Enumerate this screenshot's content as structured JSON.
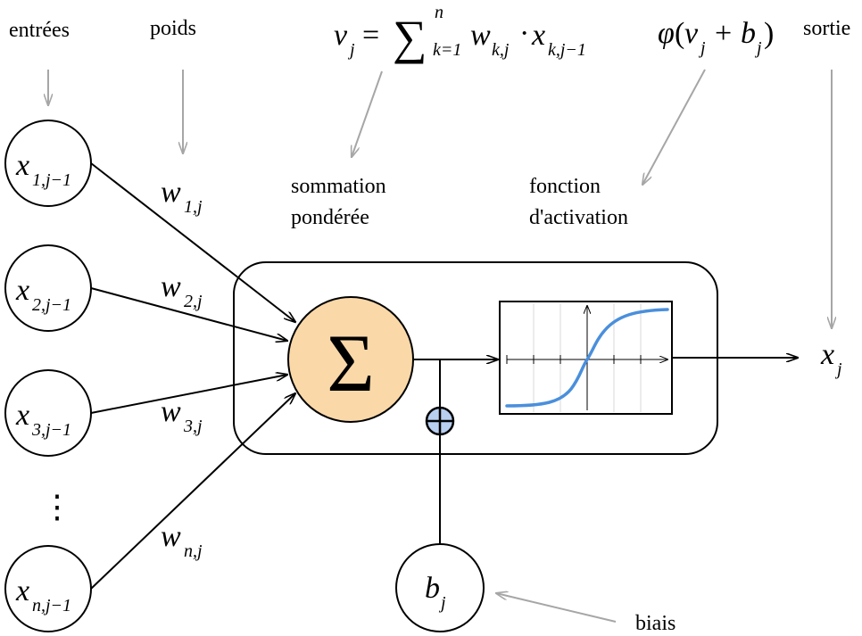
{
  "labels": {
    "inputs": "entrées",
    "weights": "poids",
    "weighted_sum": [
      "sommation",
      "pondérée"
    ],
    "activation_function": [
      "fonction",
      "d'activation"
    ],
    "output": "sortie",
    "bias": "biais"
  },
  "formulas": {
    "sum": {
      "lhs": "v",
      "lhs_sub": "j",
      "equals": "=",
      "sigma": "∑",
      "upper": "n",
      "lower": "k=1",
      "term_w": "w",
      "term_w_sub": "k,j",
      "dot": "·",
      "term_x": "x",
      "term_x_sub": "k,j−1"
    },
    "activation": {
      "phi": "φ",
      "open": "(",
      "v": "v",
      "v_sub": "j",
      "plus": "+",
      "b": "b",
      "b_sub": "j",
      "close": ")"
    }
  },
  "inputs": [
    {
      "var": "x",
      "sub": "1,j−1"
    },
    {
      "var": "x",
      "sub": "2,j−1"
    },
    {
      "var": "x",
      "sub": "3,j−1"
    },
    {
      "var": "x",
      "sub": "n,j−1"
    }
  ],
  "ellipsis": "⋮",
  "weights": [
    {
      "var": "w",
      "sub": "1,j"
    },
    {
      "var": "w",
      "sub": "2,j"
    },
    {
      "var": "w",
      "sub": "3,j"
    },
    {
      "var": "w",
      "sub": "n,j"
    }
  ],
  "summation_symbol": "Σ",
  "bias_node": {
    "var": "b",
    "sub": "j"
  },
  "bias_adder_symbol": "⊕",
  "output_node": {
    "var": "x",
    "sub": "j"
  },
  "colors": {
    "stroke": "#000000",
    "annotation_arrow": "#a6a6a6",
    "sum_node_fill": "#fad8a8",
    "bias_adder_fill": "#b8cff0",
    "sigmoid_curve": "#4a8fdc",
    "plot_grid": "#d9d9d9",
    "plot_background": "#ffffff"
  }
}
